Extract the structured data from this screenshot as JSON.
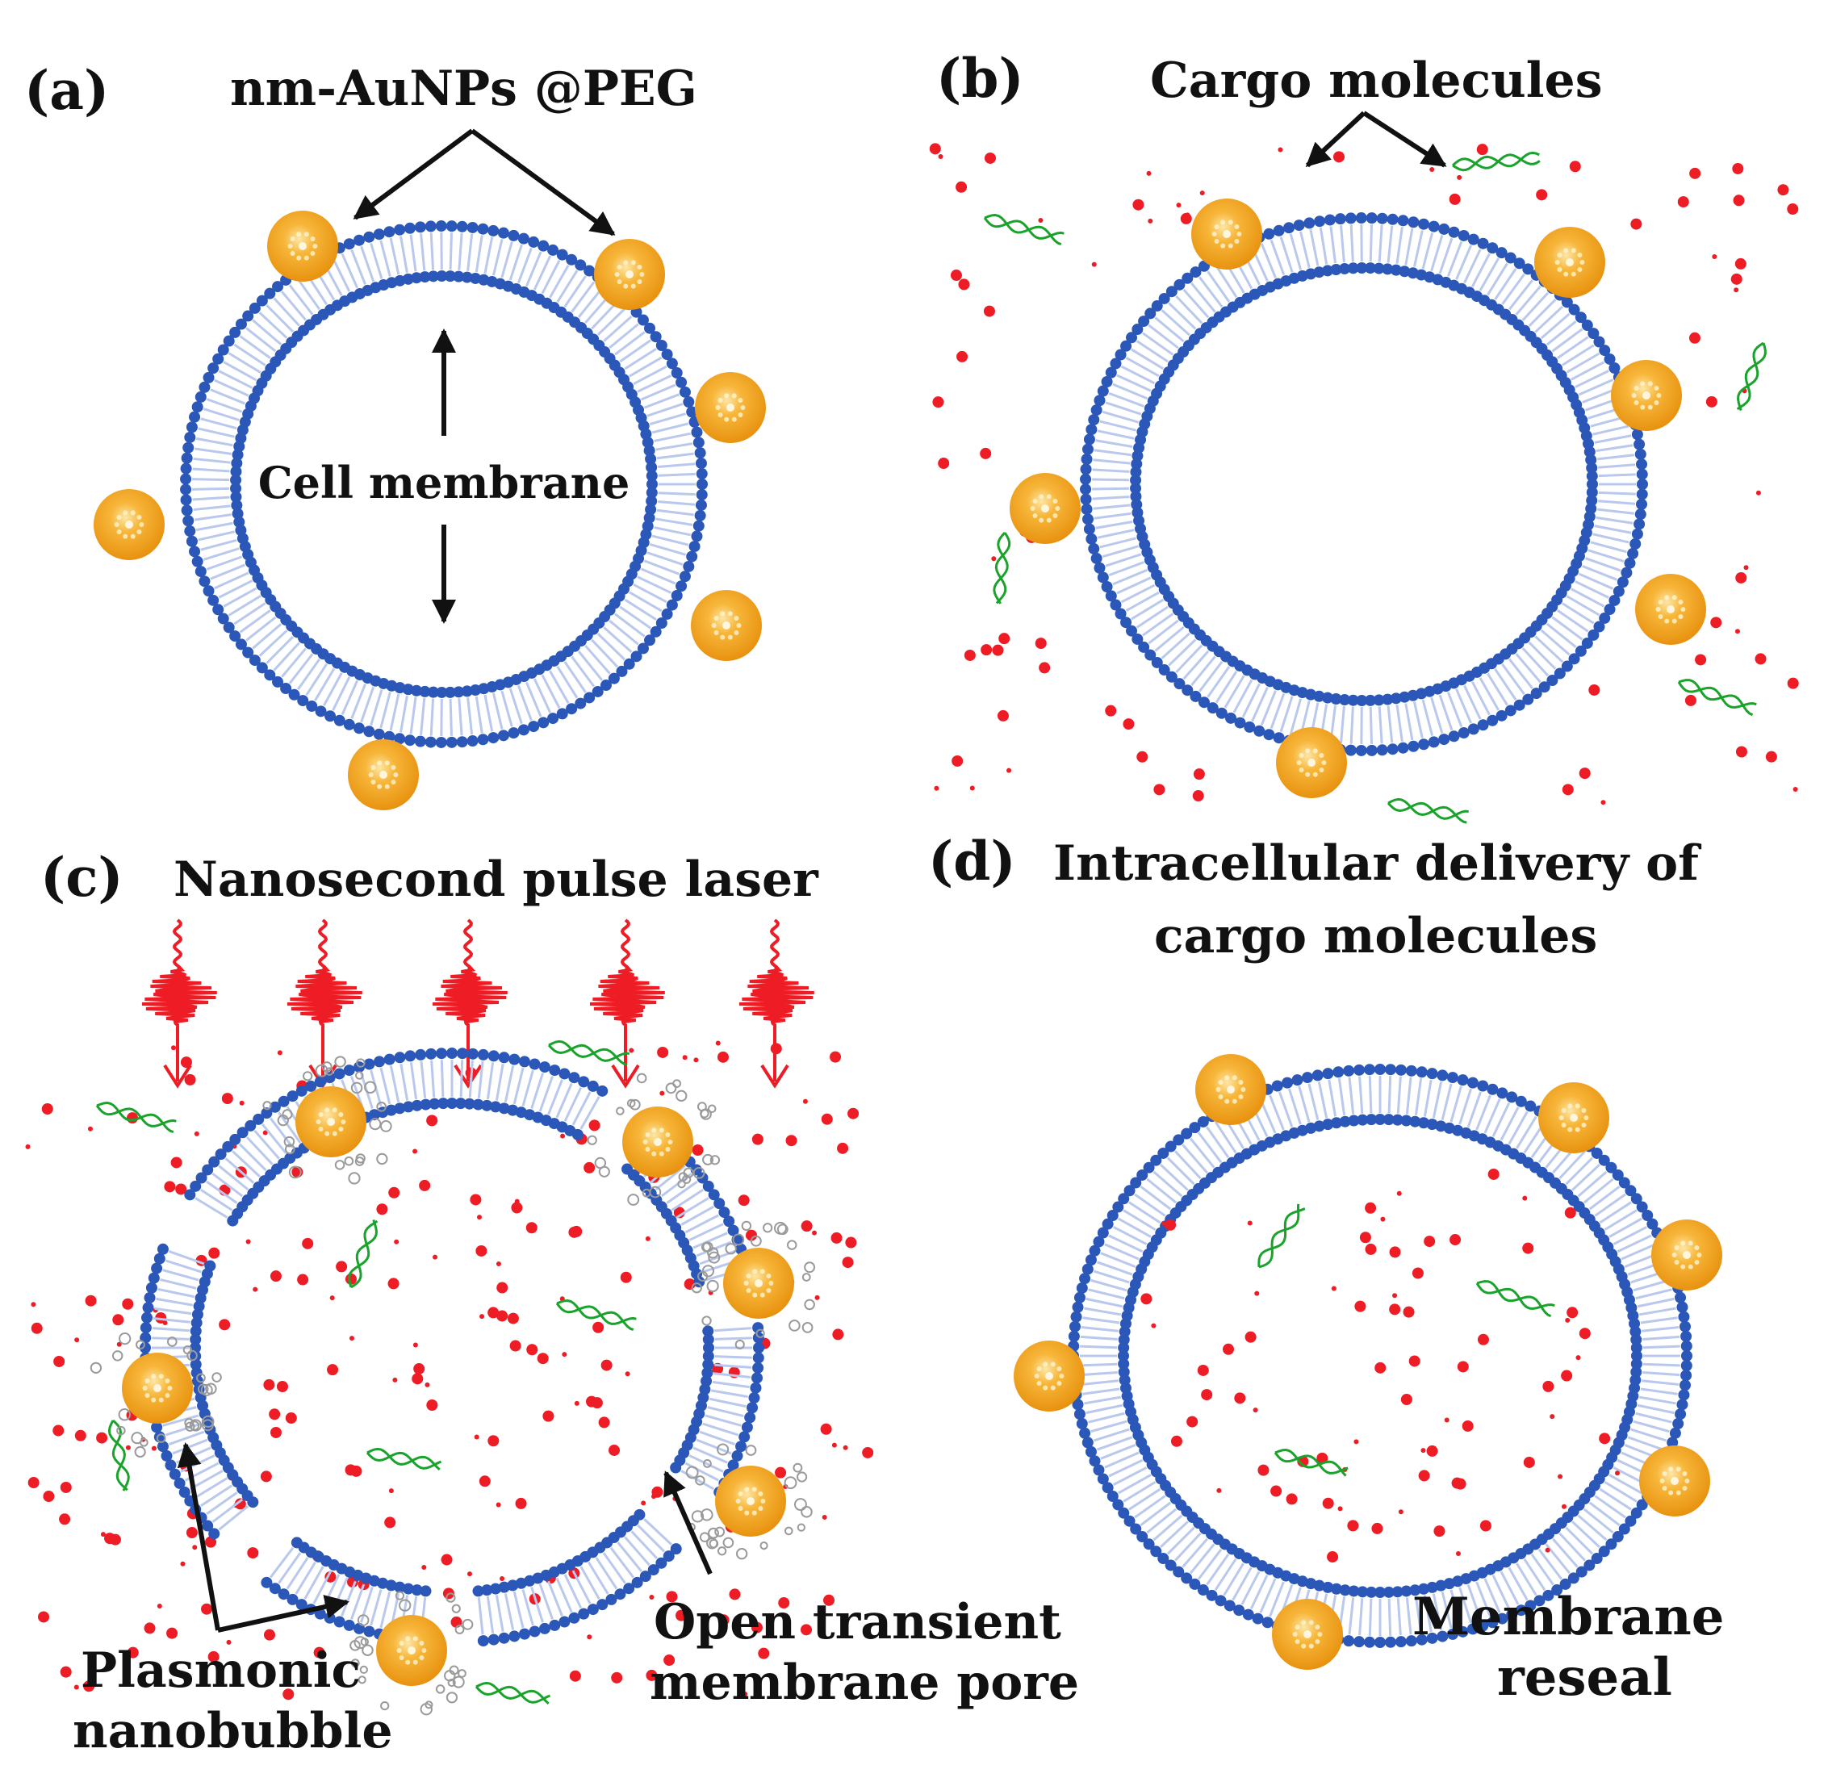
{
  "colors": {
    "membrane_head": "#2a57b8",
    "membrane_tail": "#b9c8ec",
    "nanoparticle": "#f2a11a",
    "nanoparticle_light": "#fbd47a",
    "cargo_dot": "#ee1c24",
    "dna": "#1aa32a",
    "laser": "#ee1c24",
    "bubble": "#9a9a9a",
    "arrow": "#111111"
  },
  "panels": {
    "a": {
      "letter": "(a)",
      "particles_label": "nm-AuNPs @PEG",
      "membrane_label": "Cell membrane"
    },
    "b": {
      "letter": "(b)",
      "cargo_label": "Cargo molecules"
    },
    "c": {
      "letter": "(c)",
      "laser_label": "Nanosecond pulse laser",
      "bubble_label_line1": "Plasmonic",
      "bubble_label_line2": "nanobubble",
      "pore_label_line1": "Open transient",
      "pore_label_line2": "membrane pore"
    },
    "d": {
      "letter": "(d)",
      "delivery_label_line1": "Intracellular delivery of",
      "delivery_label_line2": "cargo molecules",
      "reseal_label_line1": "Membrane",
      "reseal_label_line2": "reseal"
    }
  },
  "icons": {
    "nanoparticle": "gold-nanoparticle-icon",
    "laser": "laser-pulse-icon",
    "dna": "dna-strand-icon",
    "bubble": "nanobubble-icon"
  }
}
